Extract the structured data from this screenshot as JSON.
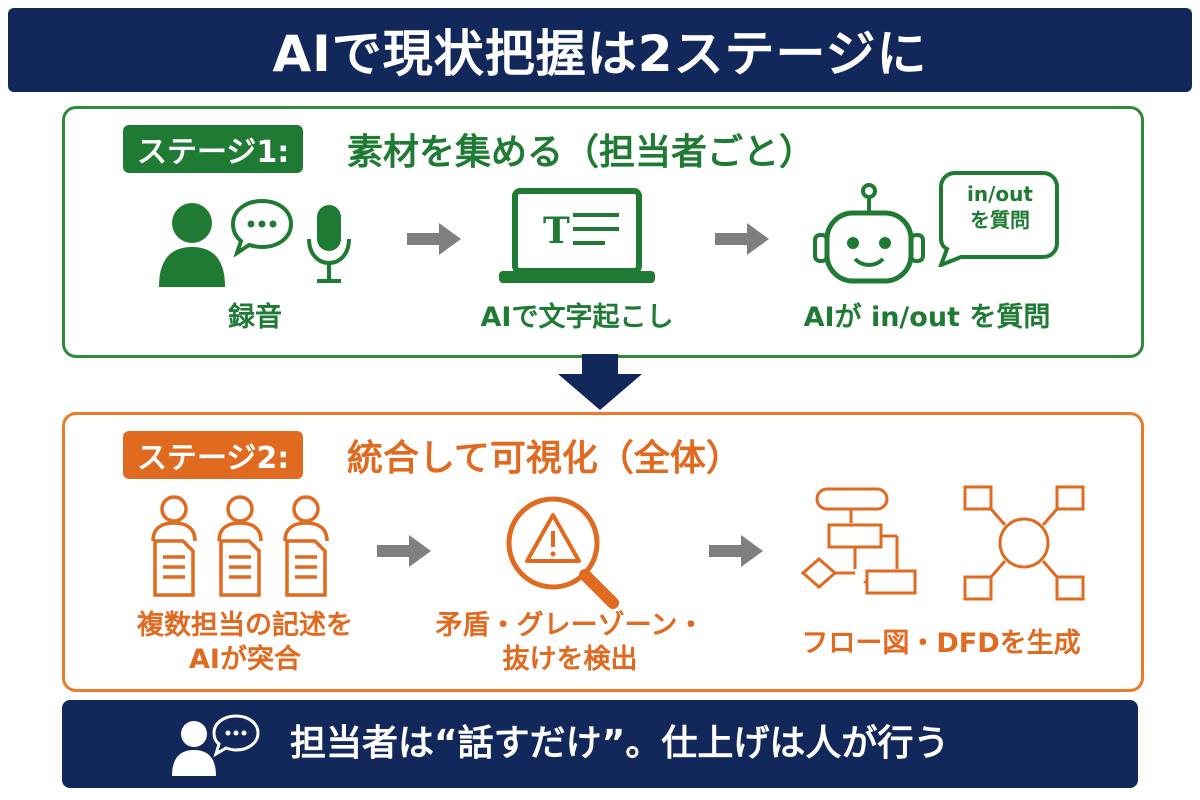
{
  "title": "AIで現状把握は2ステージに",
  "stage1": {
    "badge": "ステージ1:",
    "heading": "素材を集める（担当者ごと）",
    "steps": [
      "録音",
      "AIで文字起こし",
      "AIが in/out を質問"
    ],
    "bubble_line1": "in/out",
    "bubble_line2": "を質問",
    "color": "#1f7a34"
  },
  "stage2": {
    "badge": "ステージ2:",
    "heading": "統合して可視化（全体）",
    "steps": [
      {
        "line1": "複数担当の記述を",
        "line2": "AIが突合"
      },
      {
        "line1": "矛盾・グレーゾーン・",
        "line2": "抜けを検出"
      },
      {
        "line1": "フロー図・DFDを生成",
        "line2": ""
      }
    ],
    "color": "#e06a1f"
  },
  "footer": {
    "text": "担当者は“話すだけ”。仕上げは人が行う"
  },
  "colors": {
    "navy": "#13285a",
    "green": "#1f7a34",
    "orange": "#e06a1f",
    "gray_arrow": "#7f7f7f"
  },
  "icons": [
    "person-icon",
    "speech-bubble-icon",
    "microphone-icon",
    "laptop-icon",
    "robot-icon",
    "document-person-icon",
    "magnifier-warning-icon",
    "flowchart-icon",
    "dfd-icon"
  ]
}
